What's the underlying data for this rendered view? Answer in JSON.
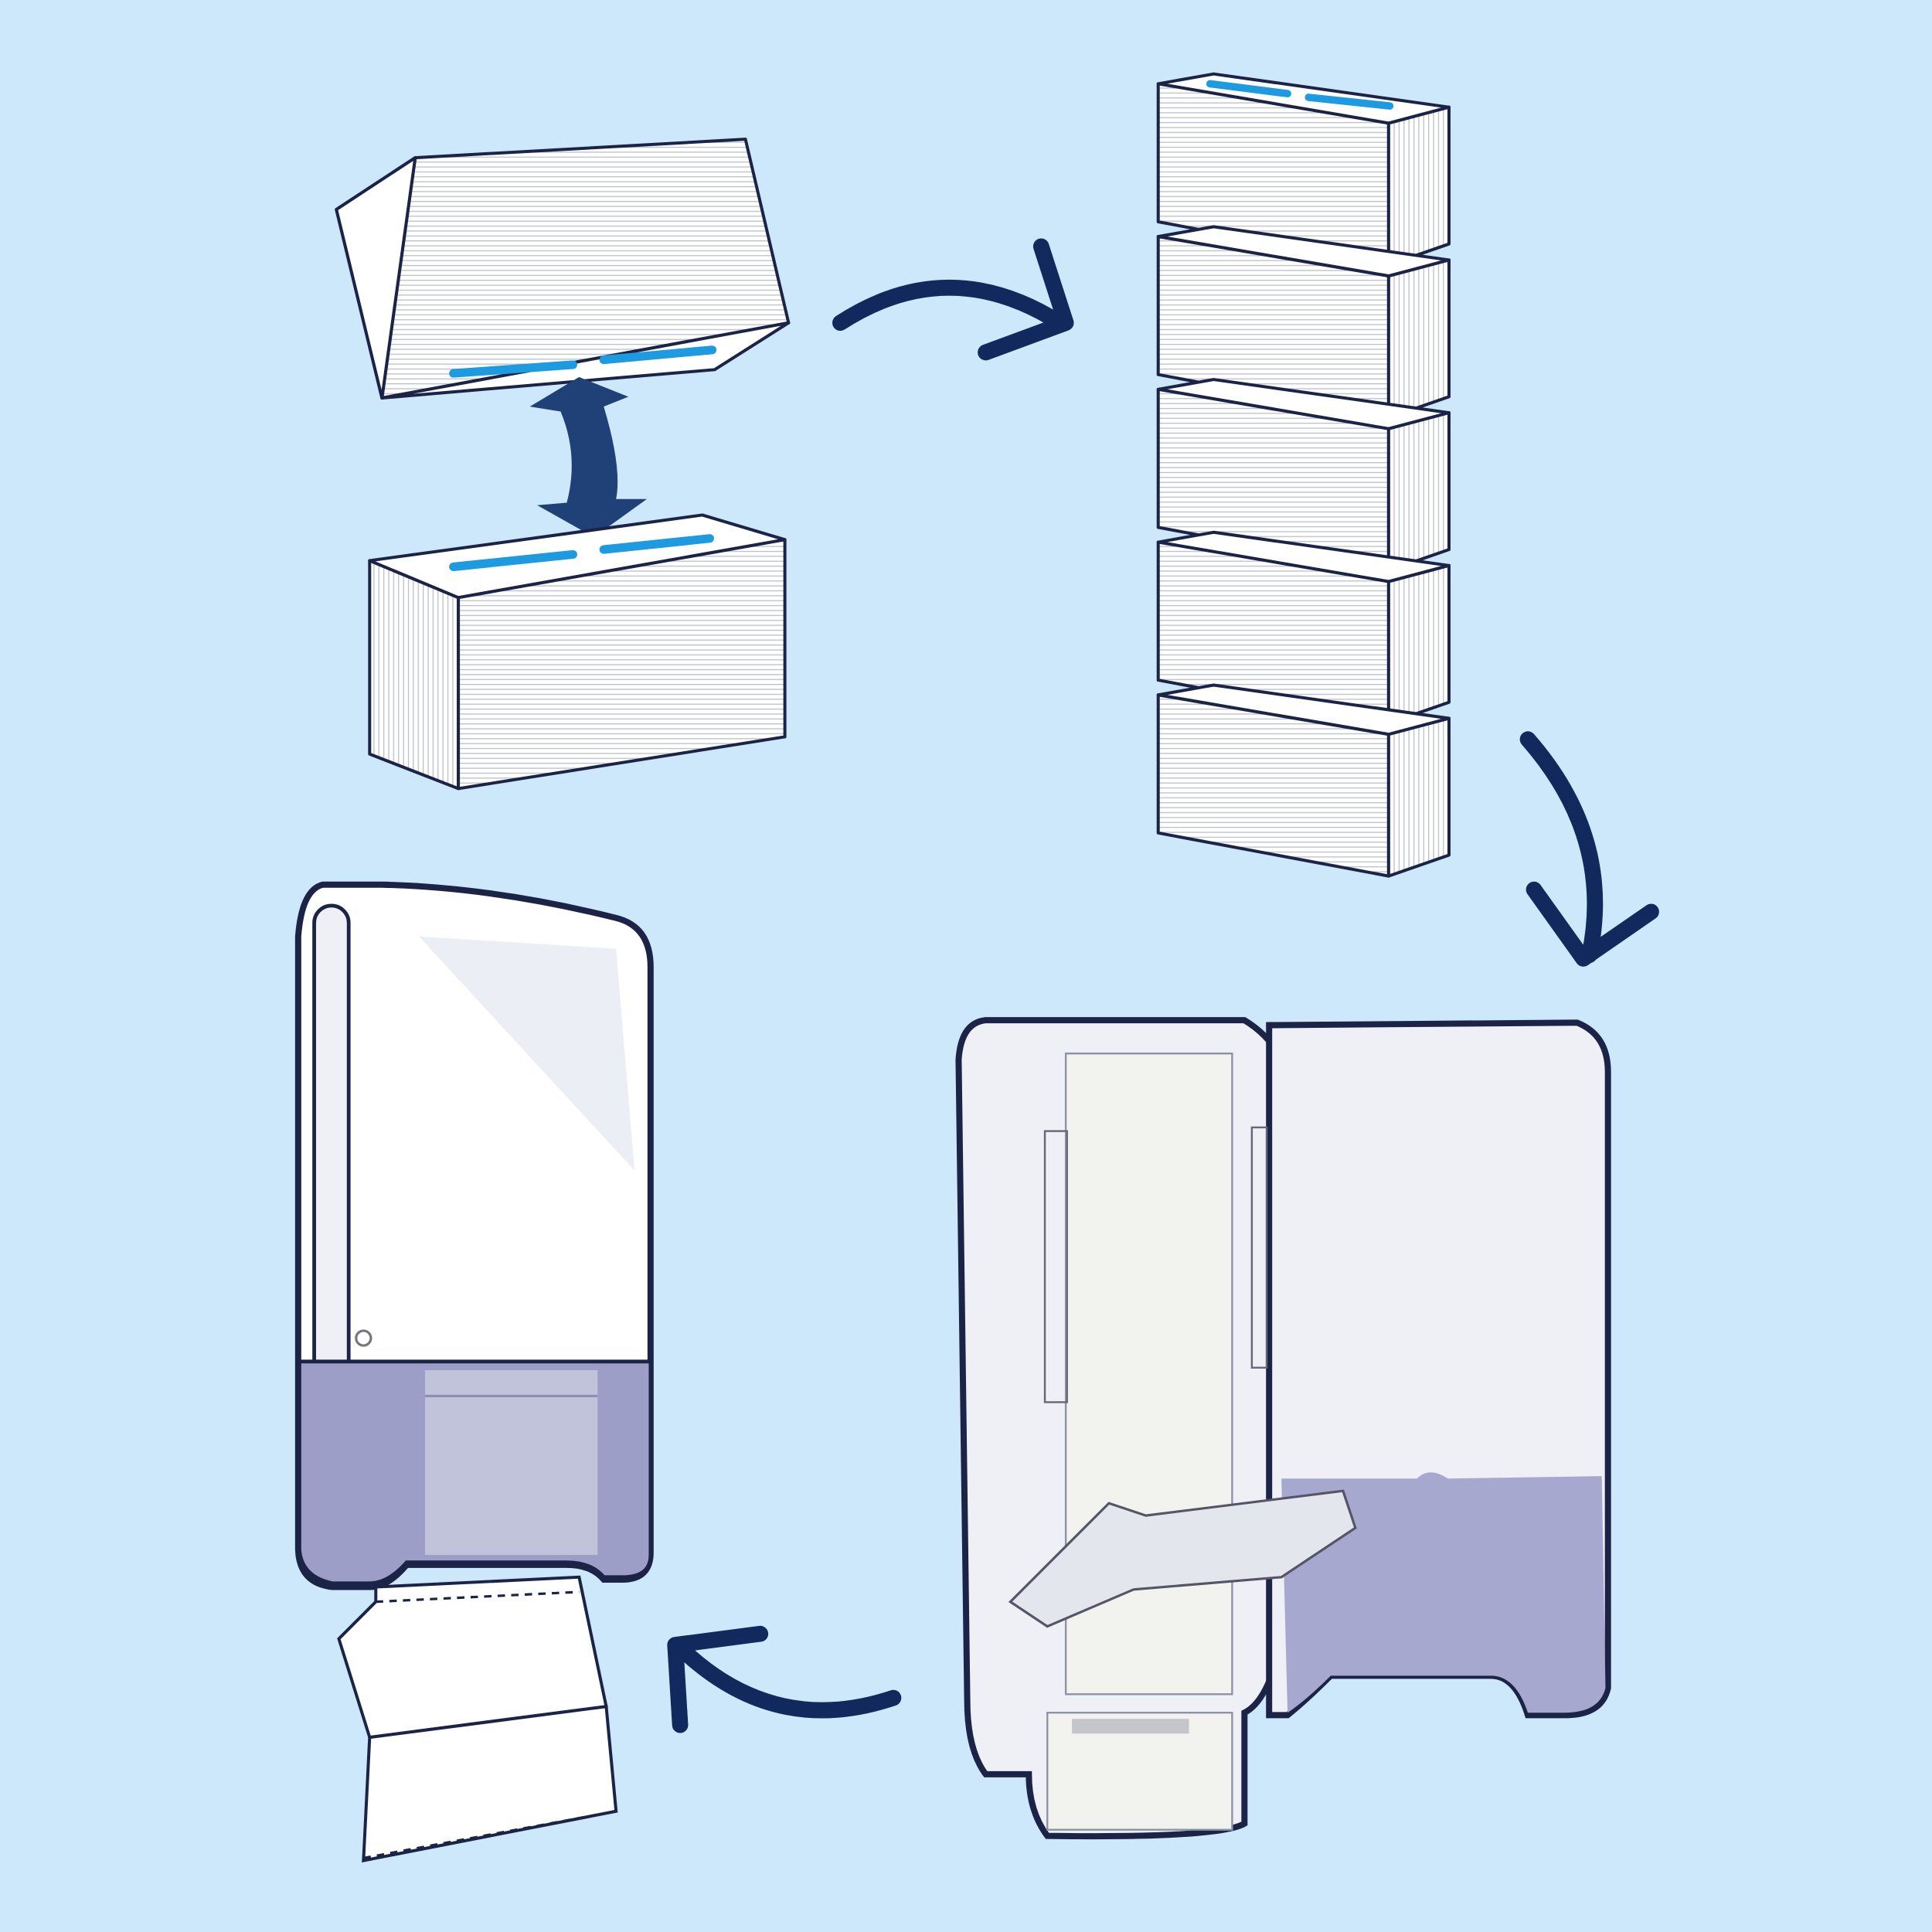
{
  "colors": {
    "background": "#cde8fb",
    "arrow": "#12295e",
    "swap_arrow": "#1f4177",
    "stripe": "#1e9be0",
    "outline": "#1b2447",
    "dispenser_tint": "#9c9ec8",
    "paper": "#f2f2ee"
  },
  "steps": [
    "swap-packs",
    "stack-packs",
    "load-dispenser",
    "dispense-towel"
  ],
  "stack_count": 5,
  "icons": [
    "curved-arrow-icon",
    "double-arrow-icon"
  ]
}
